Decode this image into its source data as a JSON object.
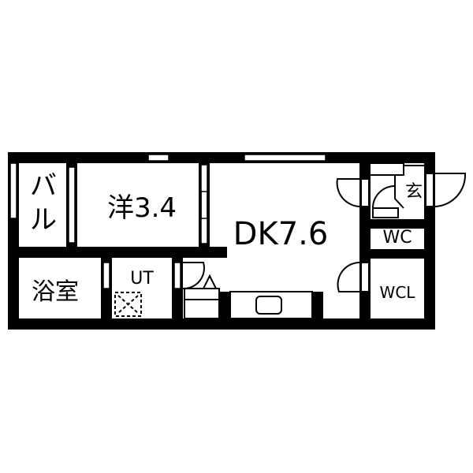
{
  "floor_plan": {
    "rooms": {
      "balcony": "バル",
      "western_room": "洋3.4",
      "dining_kitchen": "DK7.6",
      "entrance": "玄",
      "toilet": "WC",
      "walk_in_closet": "WCL",
      "bathroom": "浴室",
      "utility": "UT"
    },
    "colors": {
      "wall": "#000000",
      "background": "#ffffff"
    }
  }
}
